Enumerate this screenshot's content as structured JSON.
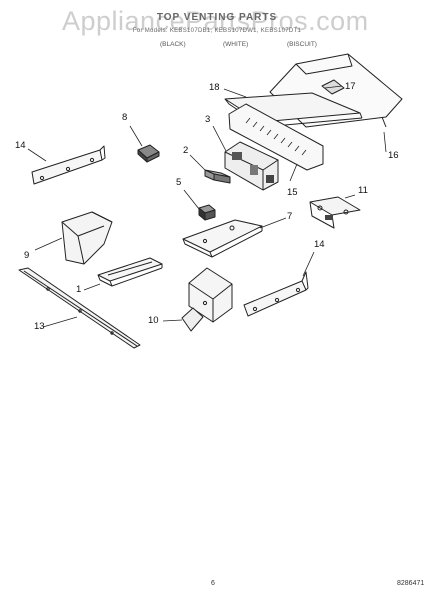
{
  "header": {
    "title": "TOP VENTING PARTS",
    "models_line": "For Models: KEBS107DB1, KEBS107DW1, KEBS107DT1",
    "colors": [
      "(BLACK)",
      "(WHITE)",
      "(BISCUIT)"
    ]
  },
  "watermark": "AppliancePartsPros.com",
  "callouts": {
    "c1": "1",
    "c2": "2",
    "c3": "3",
    "c5": "5",
    "c7": "7",
    "c8": "8",
    "c9": "9",
    "c10": "10",
    "c11": "11",
    "c13": "13",
    "c14a": "14",
    "c14b": "14",
    "c15": "15",
    "c16": "16",
    "c17": "17",
    "c18": "18"
  },
  "footer": {
    "page": "6",
    "doc_number": "8286471"
  }
}
